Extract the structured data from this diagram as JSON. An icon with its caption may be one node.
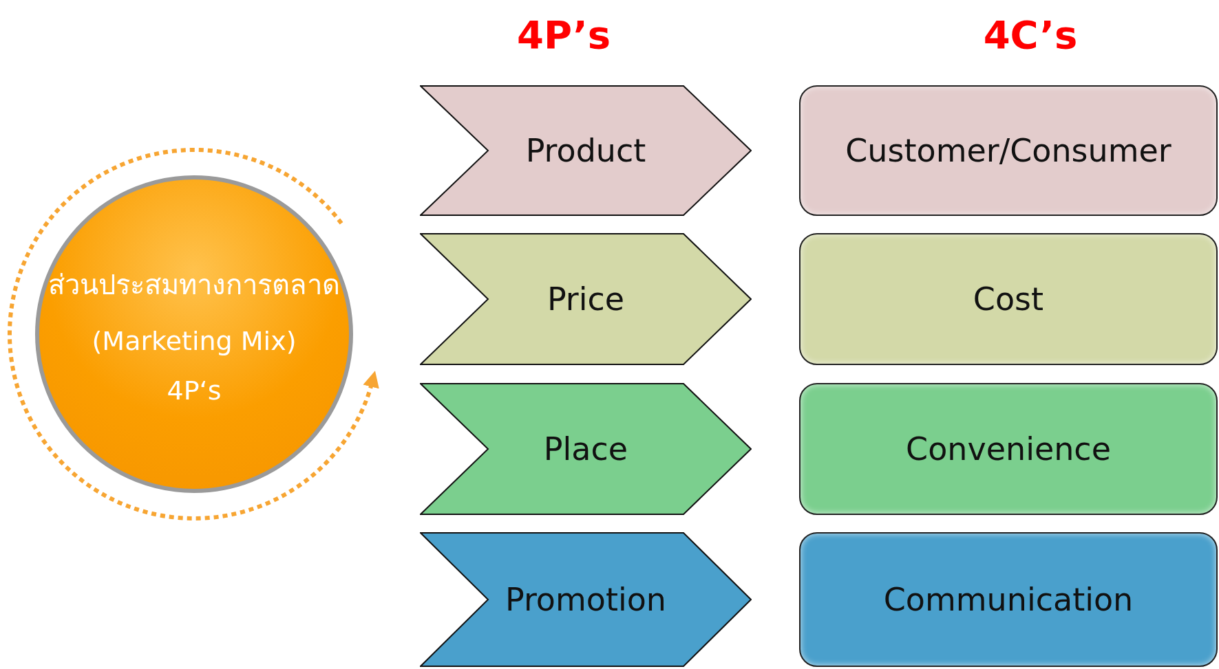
{
  "diagram": {
    "nodes": [
      {
        "text": [
          "ส่วนประสมทางการตลาด",
          "(Marketing Mix)",
          "4P‘s"
        ]
      },
      {
        "text": [
          "Product"
        ]
      },
      {
        "text": [
          "Price"
        ]
      },
      {
        "text": [
          "Place"
        ]
      },
      {
        "text": [
          "Promotion"
        ]
      },
      {
        "text": [
          "Customer/Consumer"
        ]
      },
      {
        "text": [
          "Cost"
        ]
      },
      {
        "text": [
          "Convenience"
        ]
      },
      {
        "text": [
          "Communication"
        ]
      }
    ],
    "labels": [
      "4P’s",
      "4C’s"
    ]
  }
}
